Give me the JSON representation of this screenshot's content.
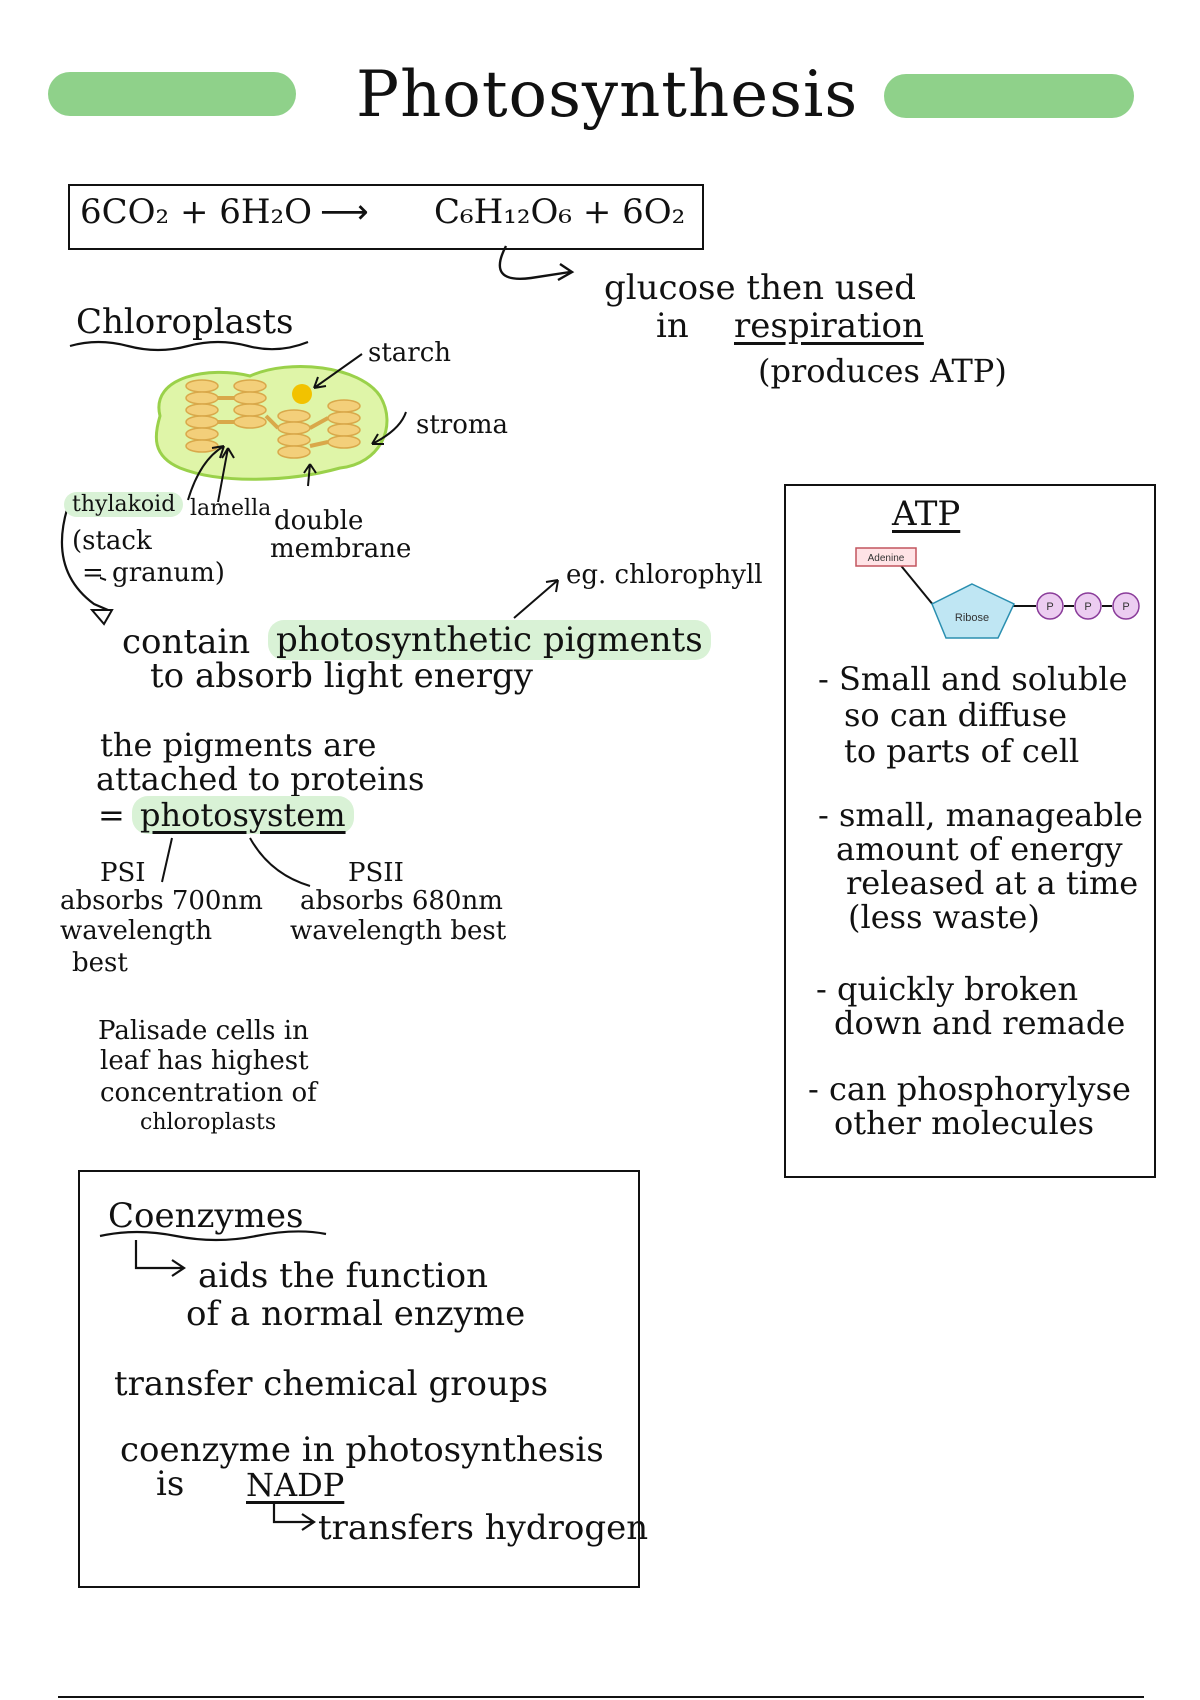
{
  "page": {
    "title": "Photosynthesis",
    "accent_color": "#8fd18a",
    "highlight_color": "#d9f2d6"
  },
  "equation": {
    "left": "6CO₂ + 6H₂O",
    "arrow": "⟶",
    "right": "C₆H₁₂O₆ + 6O₂",
    "note_line1": "glucose then used",
    "note_line2_prefix": "in",
    "note_line2_link": "respiration",
    "note_line3": "(produces ATP)"
  },
  "chloroplasts": {
    "heading": "Chloroplasts",
    "labels": {
      "starch": "starch",
      "stroma": "stroma",
      "thylakoid": "thylakoid",
      "lamella": "lamella",
      "stack": "(stack",
      "granum": "= granum)",
      "double": "double",
      "membrane": "membrane"
    }
  },
  "pigments": {
    "example": "eg. chlorophyll",
    "line1_prefix": "contain",
    "line1_highlight": "photosynthetic pigments",
    "line2": "to absorb light energy",
    "attached1": "the pigments are",
    "attached2": "attached to proteins",
    "photosystem_prefix": "=",
    "photosystem": "photosystem",
    "psi": {
      "name": "PSI",
      "line1": "absorbs 700nm",
      "line2": "wavelength",
      "line3": "best"
    },
    "psii": {
      "name": "PSII",
      "line1": "absorbs 680nm",
      "line2": "wavelength best"
    },
    "palisade": [
      "Palisade cells in",
      "leaf has highest",
      "concentration of",
      "chloroplasts"
    ]
  },
  "coenzymes": {
    "heading": "Coenzymes",
    "line1": "aids the function",
    "line2": "of a normal enzyme",
    "line3": "transfer chemical groups",
    "line4": "coenzyme in photosynthesis",
    "line5_prefix": "is",
    "nadp": "NADP",
    "line6": "transfers hydrogen"
  },
  "atp": {
    "heading": "ATP",
    "diagram": {
      "adenine": "Adenine",
      "ribose": "Ribose",
      "phosphate": "P"
    },
    "points": [
      {
        "l1": "- Small and soluble",
        "l2": "so can diffuse",
        "l3": "to parts of cell"
      },
      {
        "l1": "- small, manageable",
        "l2": "amount of energy",
        "l3": "released at a time",
        "l4": "(less waste)"
      },
      {
        "l1": "- quickly broken",
        "l2": "down and remade"
      },
      {
        "l1": "- can phosphorylyse",
        "l2": "other molecules"
      }
    ]
  }
}
